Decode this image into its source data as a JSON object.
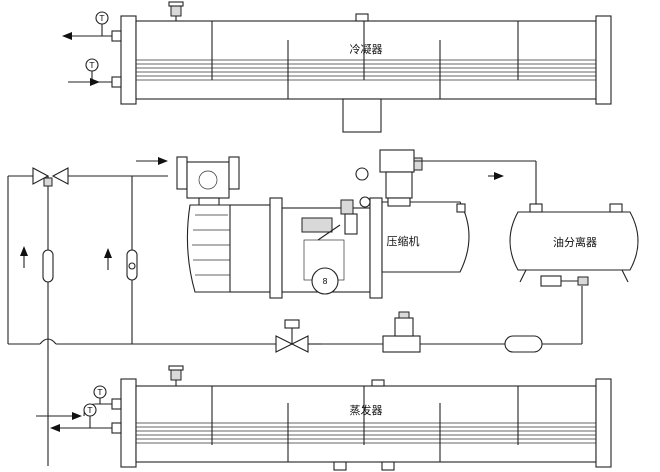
{
  "labels": {
    "condenser": "冷凝器",
    "compressor": "压缩机",
    "oil_separator": "油分离器",
    "evaporator": "蒸发器"
  },
  "gauges": {
    "symbol": "T"
  },
  "valves": {
    "pressure_symbol": "8"
  },
  "colors": {
    "line": "#222222",
    "fill": "#ffffff",
    "accent": "#d9d9d9"
  }
}
